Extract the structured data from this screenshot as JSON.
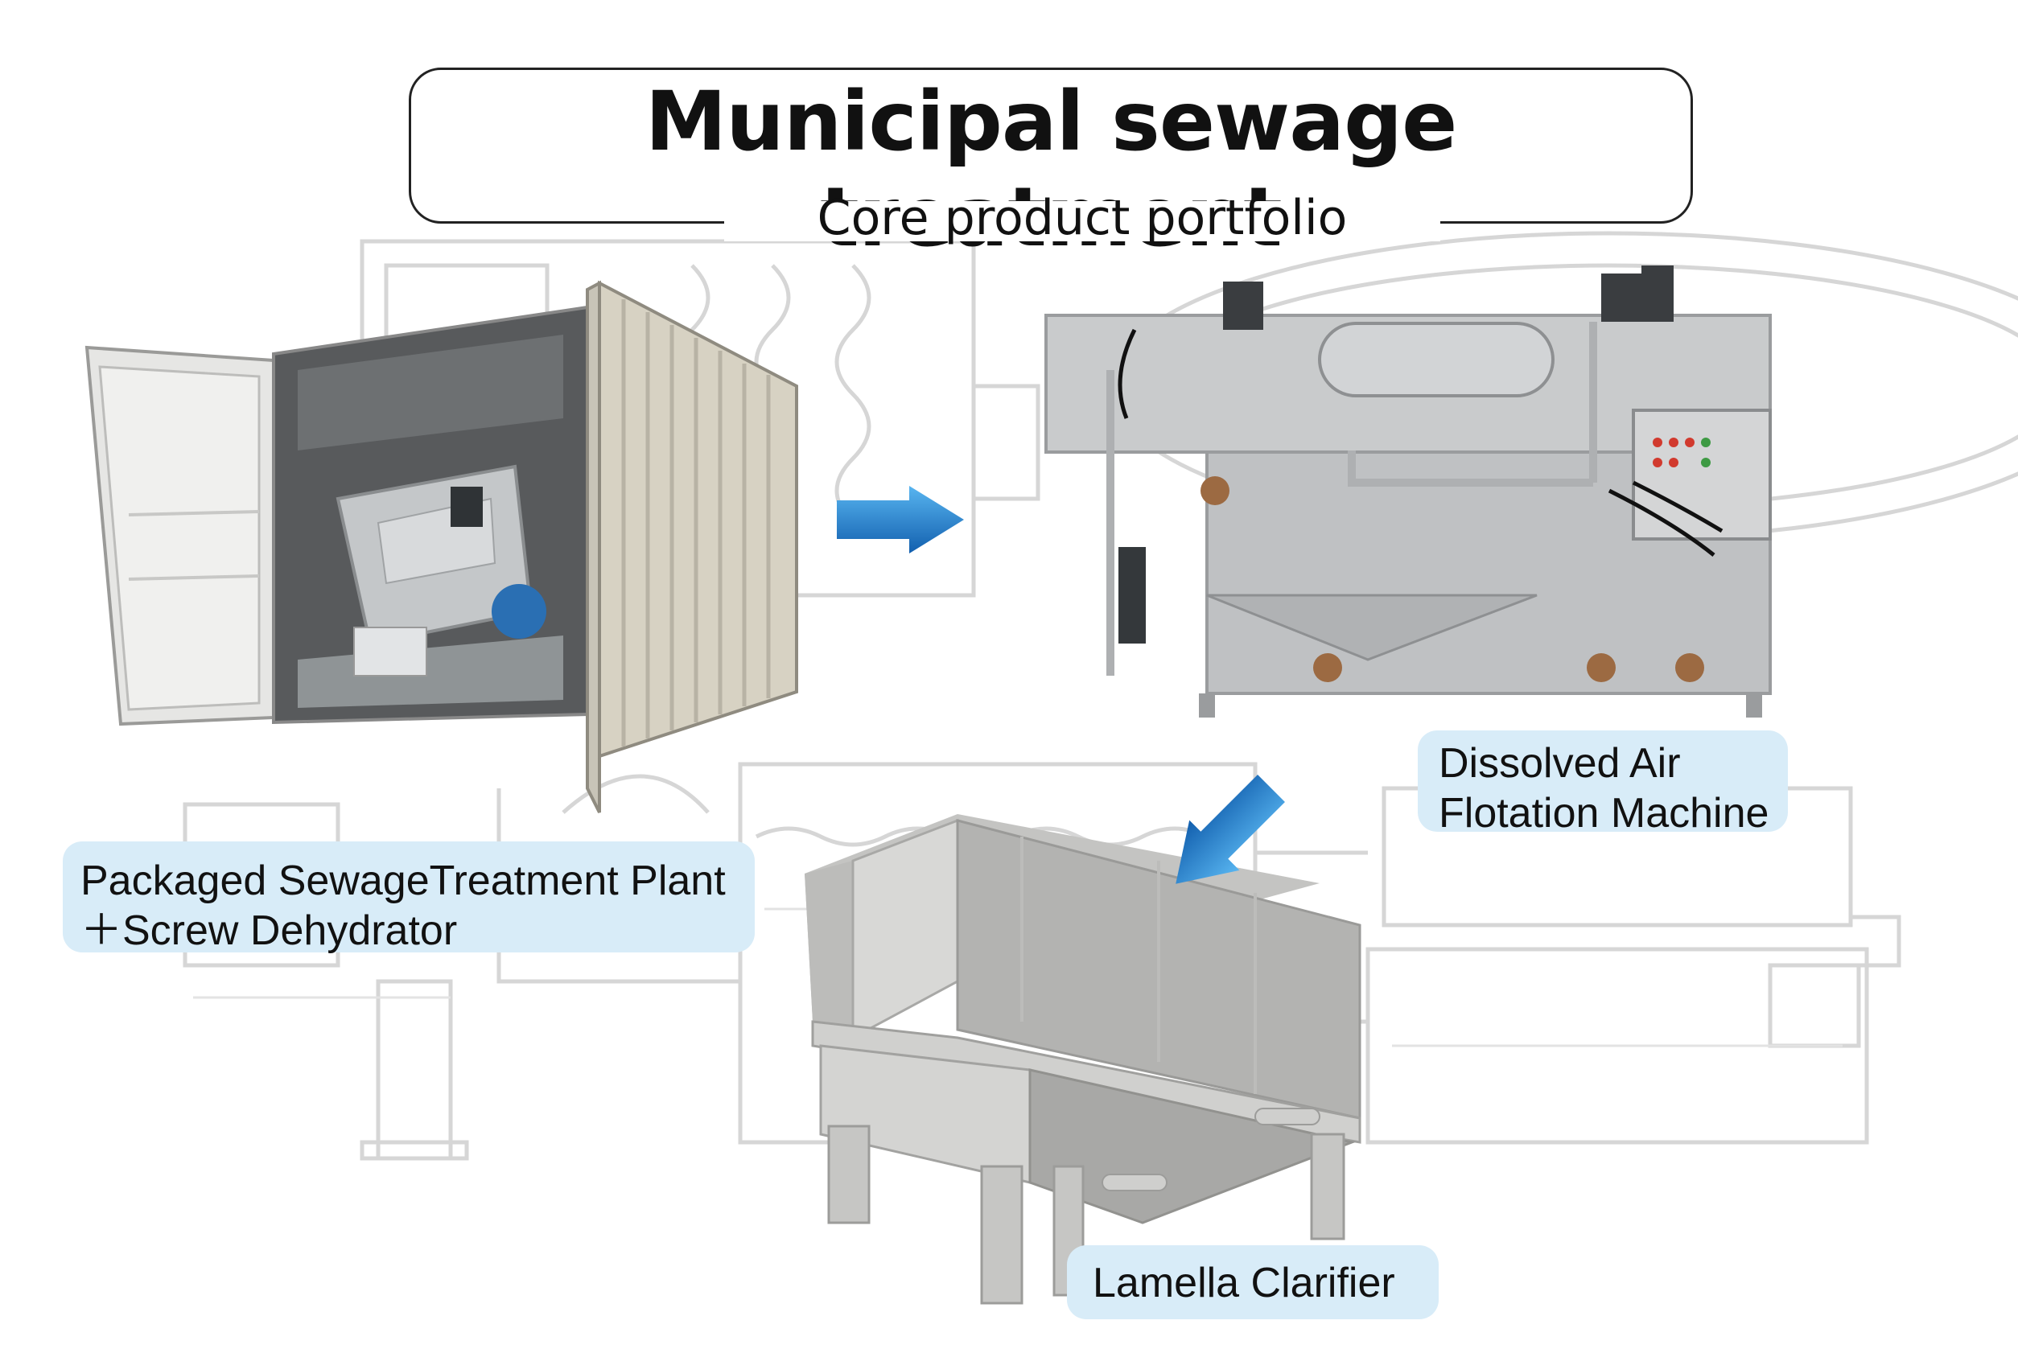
{
  "title": "Municipal sewage treatment",
  "subtitle": "Core product portfolio",
  "labels": {
    "packaged_plant": {
      "line1": "Packaged SewageTreatment Plant",
      "line2": "＋Screw Dehydrator"
    },
    "daf": {
      "line1": "Dissolved Air",
      "line2": "Flotation Machine"
    },
    "lamella": "Lamella Clarifier"
  },
  "colors": {
    "label_background": "#d8ecf8",
    "arrow_blue": "#1a7fd0",
    "sketch_line": "#d4d4d4",
    "equipment_gray": "#b8b8b6",
    "steel": "#c9c9c9"
  },
  "icons": {
    "flow_arrow_right": "arrow-right-icon",
    "flow_arrow_down_left": "arrow-down-left-icon"
  }
}
